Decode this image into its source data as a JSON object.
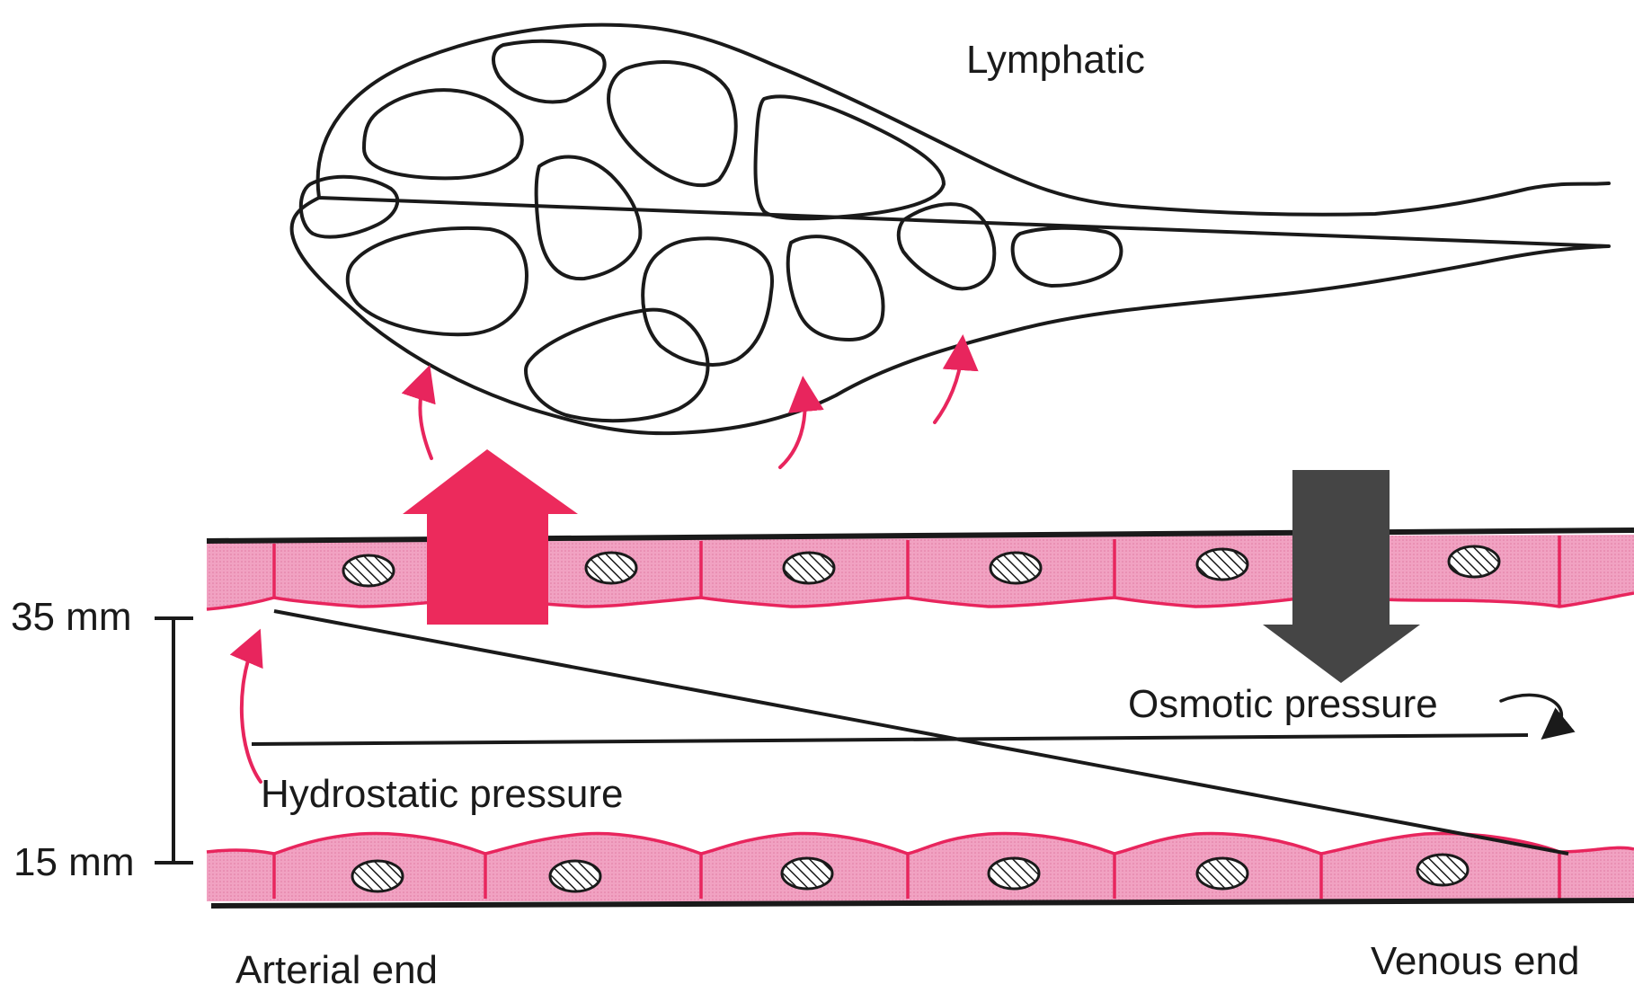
{
  "labels": {
    "lymphatic": "Lymphatic",
    "osmotic_pressure": "Osmotic pressure",
    "hydrostatic_pressure": "Hydrostatic pressure",
    "arterial_end": "Arterial end",
    "venous_end": "Venous end"
  },
  "scale": {
    "top_label": "35 mm",
    "bottom_label": "15 mm"
  },
  "colors": {
    "endothelium_fill": "#ef8fb4",
    "endothelium_line": "#e8255d",
    "outflow_arrow": "#ec2a5c",
    "inflow_arrow": "#454545",
    "ink": "#1a1a1a"
  },
  "icons": {
    "outflow": "large-up-arrow",
    "inflow": "large-down-arrow",
    "lymph_entry": "curved-arrow",
    "nucleus": "hatched-ellipse"
  }
}
